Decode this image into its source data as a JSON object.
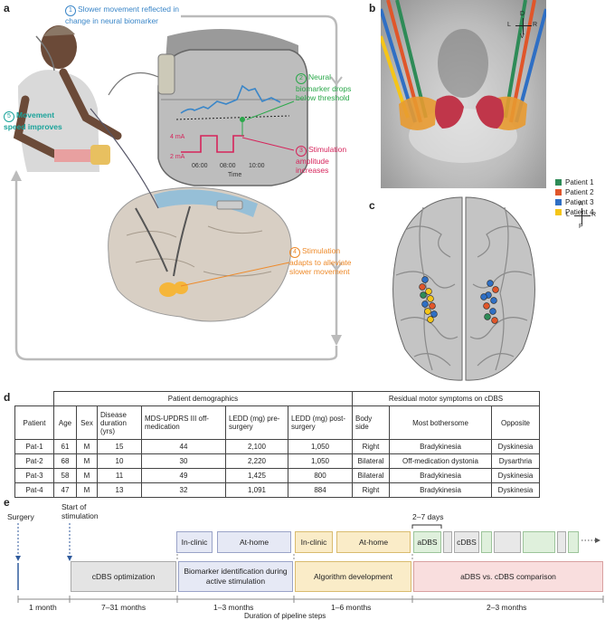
{
  "panels": {
    "a": "a",
    "b": "b",
    "c": "c",
    "d": "d",
    "e": "e"
  },
  "panel_a": {
    "callouts": [
      {
        "num": "1",
        "text": "Slower movement reflected in change in neural biomarker",
        "color": "#3a86c8"
      },
      {
        "num": "2",
        "text": "Neural biomarker drops below threshold",
        "color": "#2aa84a"
      },
      {
        "num": "3",
        "text": "Stimulation amplitude increases",
        "color": "#d6245b"
      },
      {
        "num": "4",
        "text": "Stimulation adapts to alleviate slower movement",
        "color": "#ee8a2a"
      },
      {
        "num": "5",
        "text": "Movement speed improves",
        "color": "#1aa39a"
      }
    ],
    "device": {
      "amp_high": "4 mA",
      "amp_low": "2 mA",
      "times": [
        "06:00",
        "08:00",
        "10:00"
      ],
      "time_label": "Time"
    }
  },
  "panel_b": {
    "orientation": {
      "up": "D",
      "down": "V",
      "left": "L",
      "right": "R"
    }
  },
  "panel_c": {
    "orientation": {
      "up": "A",
      "down": "P",
      "left": "L",
      "right": "R"
    }
  },
  "legend": [
    {
      "label": "Patient 1",
      "color": "#2e8b57"
    },
    {
      "label": "Patient 2",
      "color": "#e0562a"
    },
    {
      "label": "Patient 3",
      "color": "#2f6fc4"
    },
    {
      "label": "Patient 4",
      "color": "#f5c518"
    }
  ],
  "table": {
    "group_headers": [
      "Patient demographics",
      "Residual motor symptoms on cDBS"
    ],
    "headers": [
      "Patient",
      "Age",
      "Sex",
      "Disease duration (yrs)",
      "MDS-UPDRS III off-medication",
      "LEDD (mg) pre-surgery",
      "LEDD (mg) post-surgery",
      "Body side",
      "Most bothersome",
      "Opposite"
    ],
    "rows": [
      [
        "Pat-1",
        "61",
        "M",
        "15",
        "44",
        "2,100",
        "1,050",
        "Right",
        "Bradykinesia",
        "Dyskinesia"
      ],
      [
        "Pat-2",
        "68",
        "M",
        "10",
        "30",
        "2,220",
        "1,050",
        "Bilateral",
        "Off-medication dystonia",
        "Dysarthria"
      ],
      [
        "Pat-3",
        "58",
        "M",
        "11",
        "49",
        "1,425",
        "800",
        "Bilateral",
        "Bradykinesia",
        "Dyskinesia"
      ],
      [
        "Pat-4",
        "47",
        "M",
        "13",
        "32",
        "1,091",
        "884",
        "Right",
        "Bradykinesia",
        "Dyskinesia"
      ]
    ]
  },
  "timeline": {
    "surgery": "Surgery",
    "start_stim": "Start of stimulation",
    "sub_in_clinic_1": "In-clinic",
    "sub_at_home_1": "At-home",
    "sub_in_clinic_2": "In-clinic",
    "sub_at_home_2": "At-home",
    "days": "2–7 days",
    "adbs": "aDBS",
    "cdbs": "cDBS",
    "phases": [
      {
        "label": "cDBS optimization",
        "duration": "7–31 months"
      },
      {
        "label": "Biomarker identification during active stimulation",
        "duration": "1–3 months"
      },
      {
        "label": "Algorithm development",
        "duration": "1–6 months"
      },
      {
        "label": "aDBS vs. cDBS comparison",
        "duration": "2–3 months"
      }
    ],
    "first_duration": "1 month",
    "axis_label": "Duration of pipeline steps"
  }
}
